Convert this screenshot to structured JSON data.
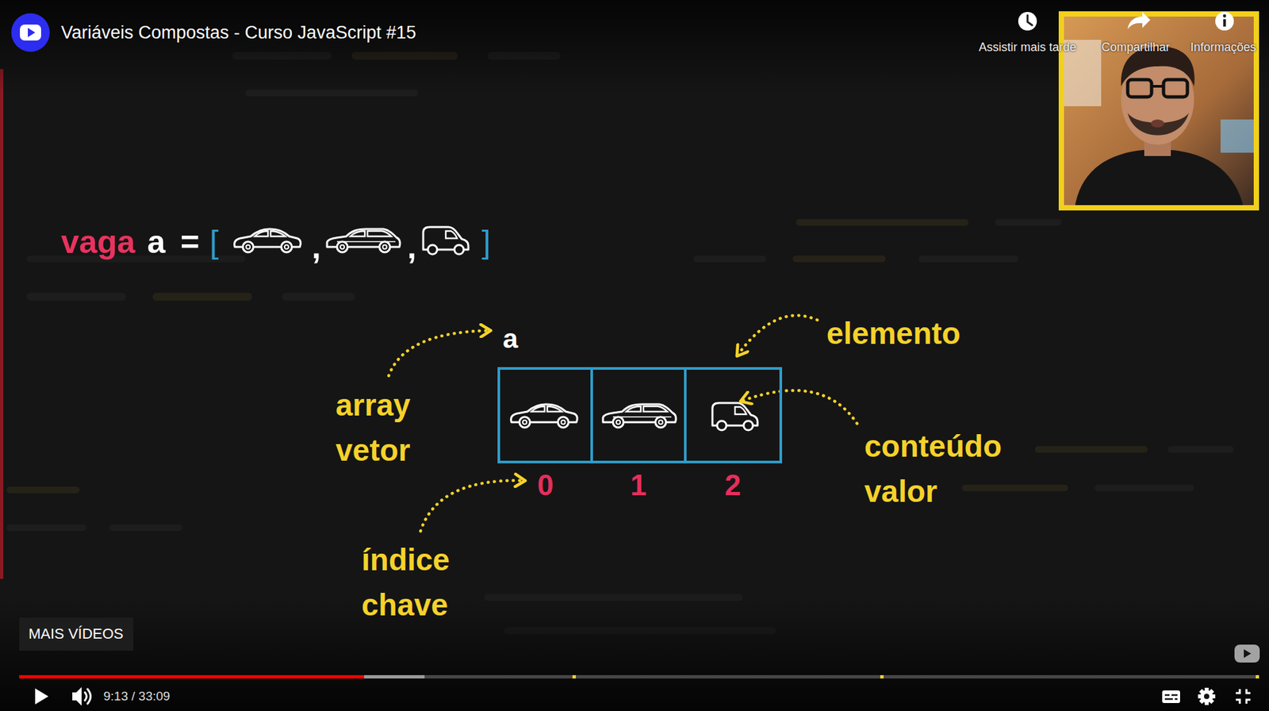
{
  "diagram": {
    "title": "Variáveis Compostas - Curso JavaScript #15",
    "nodes": [
      {
        "text": [
          "a"
        ]
      },
      {
        "text": [
          "0"
        ],
        "in": 0
      },
      {
        "text": [
          "1"
        ],
        "in": 0
      },
      {
        "text": [
          "2"
        ],
        "in": 0
      },
      {
        "text": [
          "MAIS VÍDEOS"
        ]
      }
    ],
    "labels": [
      "Assistir mais tarde",
      "Compartilhar",
      "Informações",
      "vaga",
      "a",
      "=",
      "[",
      ",",
      ",",
      "]",
      "elemento",
      "array vetor",
      "conteúdo valor",
      "índice chave",
      "9:13 / 33:09"
    ]
  }
}
